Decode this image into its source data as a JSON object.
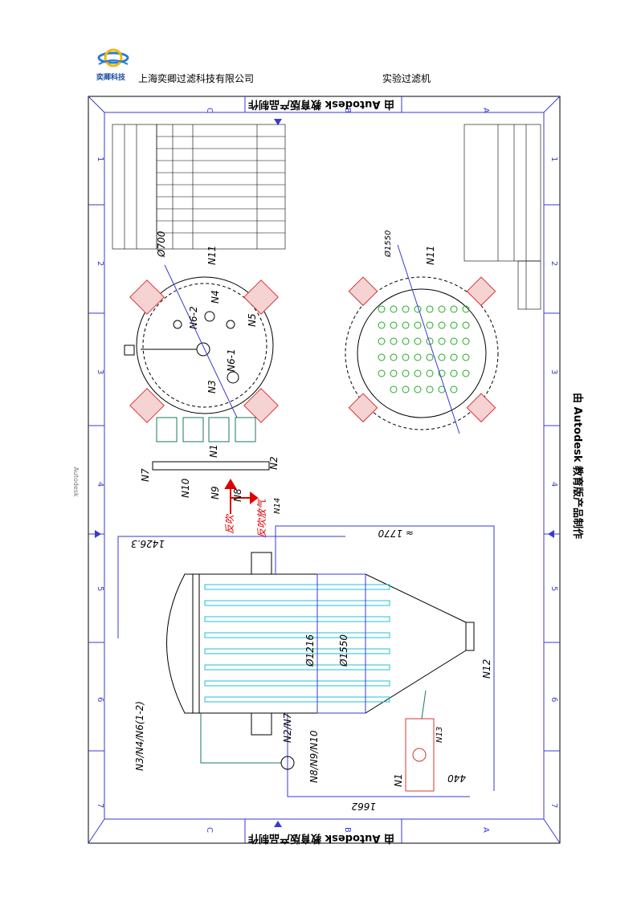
{
  "header": {
    "logo_text": "奕卿科技",
    "company": "上海奕卿过滤科技有限公司",
    "title": "实验过滤机"
  },
  "watermark": {
    "text": "由 Autodesk 教育版产品制作",
    "latin": "Autodesk"
  },
  "frame": {
    "zones_numeric": [
      "1",
      "2",
      "3",
      "4",
      "5",
      "6",
      "7"
    ],
    "zones_alpha": [
      "A",
      "B",
      "C"
    ]
  },
  "top_view": {
    "diameter": "Ø700",
    "nozzles": [
      "N11",
      "N4",
      "N5",
      "N6-2",
      "N6-1",
      "N3",
      "N7",
      "N1",
      "N2",
      "N10",
      "N9",
      "N8",
      "N14"
    ],
    "arrows": [
      "反吹",
      "反吹放气"
    ]
  },
  "section_view": {
    "diameter": "Ø1550",
    "nozzle": "N11"
  },
  "elevation": {
    "dims": [
      "1426.3",
      "≈ 1770",
      "Ø1216",
      "Ø1550",
      "440",
      "1662"
    ],
    "labels": [
      "N3/N4/N6(1-2)",
      "N2/N7",
      "N8/N9/N10",
      "N12",
      "N13",
      "N1"
    ]
  }
}
